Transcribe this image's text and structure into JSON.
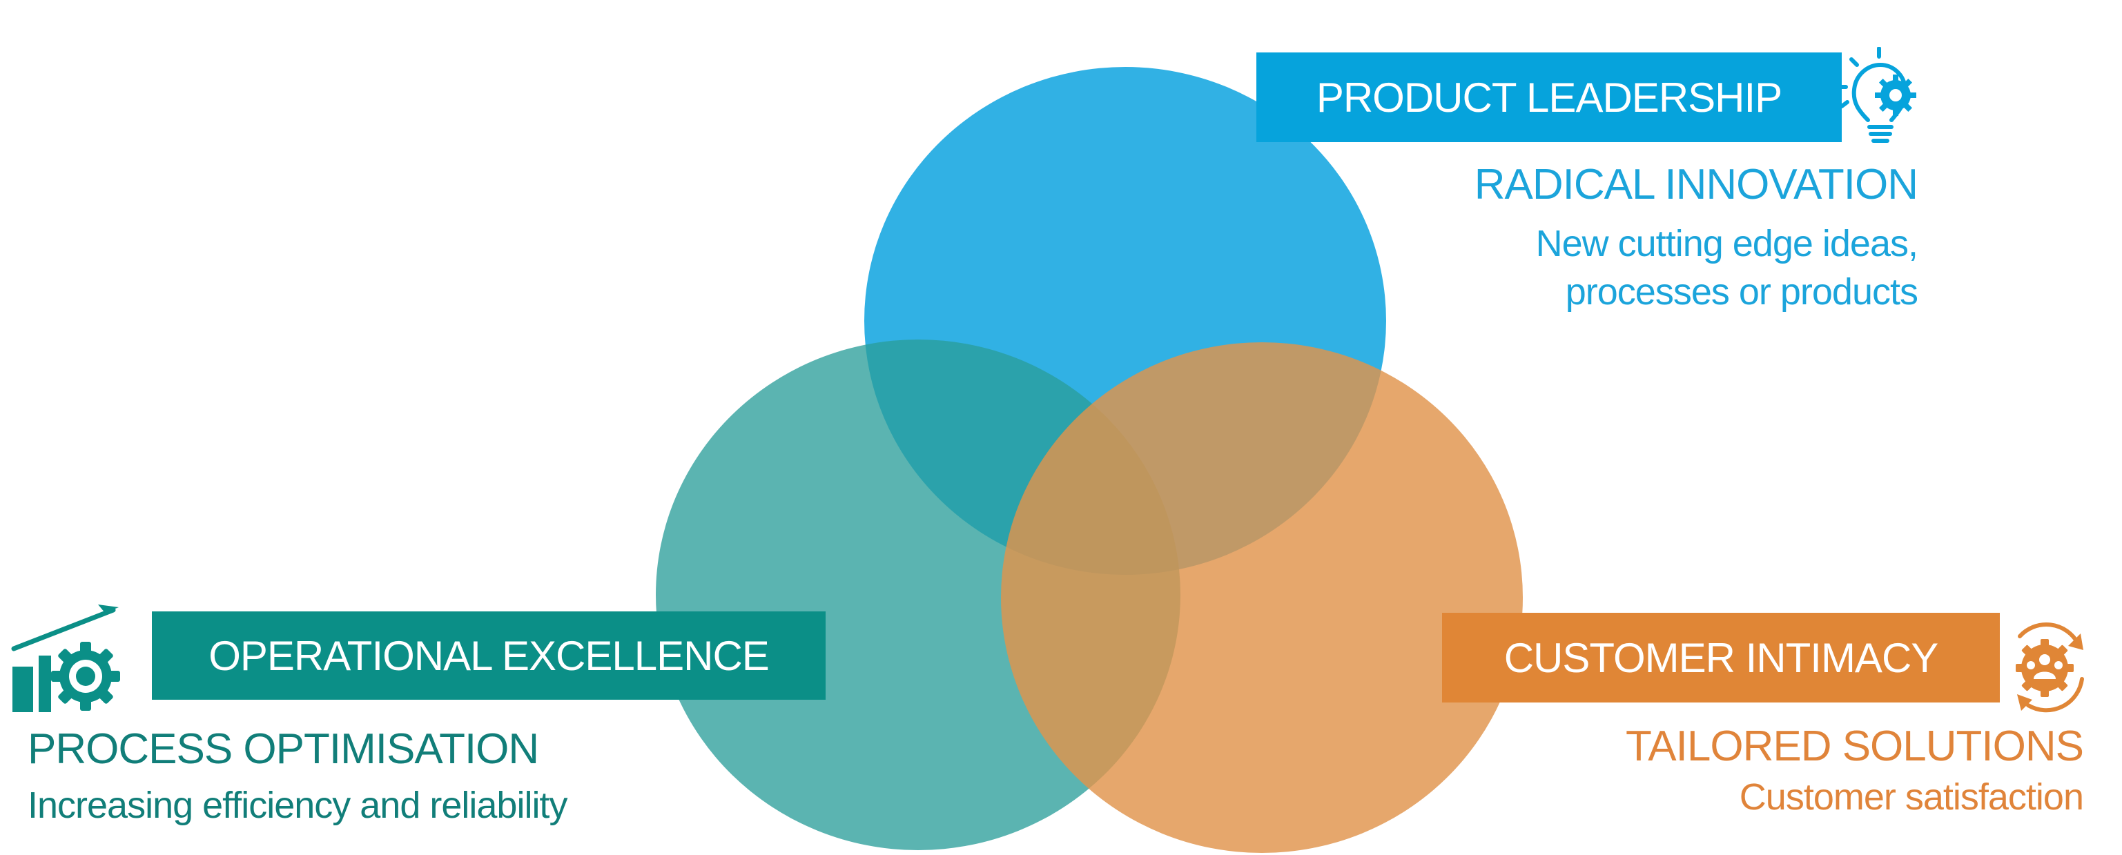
{
  "colors": {
    "blue": "#1ba9e1",
    "teal": "#2a9d99",
    "orange": "#e1944c",
    "blue_box": "#06a3dc",
    "teal_box": "#0b8f87",
    "orange_box": "#e08636",
    "blue_text": "#1ba4db",
    "teal_text": "#117e79",
    "orange_text": "#e0843a"
  },
  "product": {
    "label": "PRODUCT LEADERSHIP",
    "heading": "RADICAL INNOVATION",
    "line1": "New cutting edge ideas,",
    "line2": "processes or products",
    "icon": "lightbulb-gear-icon"
  },
  "operational": {
    "label": "OPERATIONAL EXCELLENCE",
    "heading": "PROCESS OPTIMISATION",
    "line1": "Increasing efficiency and reliability",
    "icon": "chart-gear-icon"
  },
  "customer": {
    "label": "CUSTOMER INTIMACY",
    "heading": "TAILORED SOLUTIONS",
    "line1": "Customer satisfaction",
    "icon": "people-gear-icon"
  }
}
